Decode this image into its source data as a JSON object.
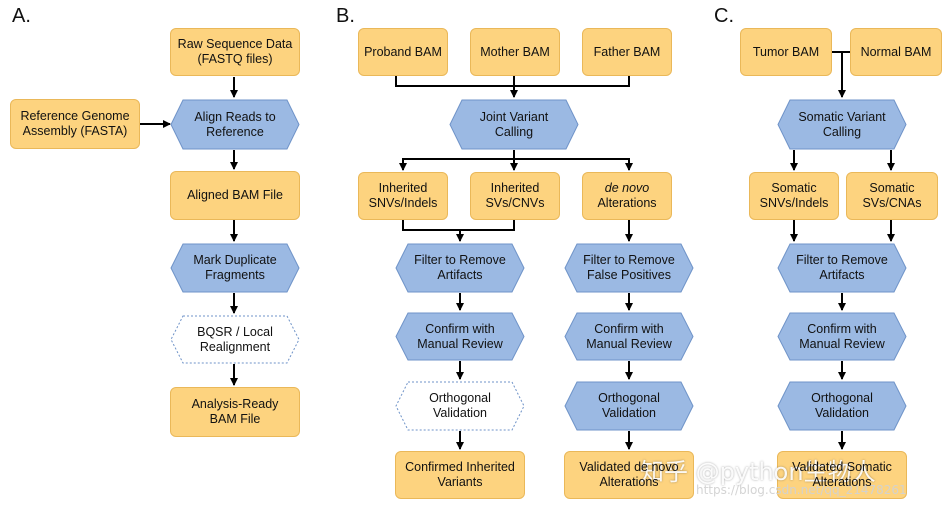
{
  "panels": {
    "a": "A.",
    "b": "B.",
    "c": "C."
  },
  "a": {
    "raw": "Raw Sequence Data\n(FASTQ files)",
    "ref": "Reference Genome\nAssembly (FASTA)",
    "align": "Align Reads to\nReference",
    "aligned_bam": "Aligned BAM File",
    "mark_dup": "Mark Duplicate\nFragments",
    "bqsr": "BQSR / Local\nRealignment",
    "ready": "Analysis-Ready\nBAM File"
  },
  "b": {
    "proband": "Proband BAM",
    "mother": "Mother BAM",
    "father": "Father BAM",
    "joint": "Joint Variant\nCalling",
    "inh_snv": "Inherited\nSNVs/Indels",
    "inh_sv": "Inherited\nSVs/CNVs",
    "denovo_italic": "de novo",
    "denovo_rest": "Alterations",
    "filter_art": "Filter to Remove\nArtifacts",
    "filter_fp": "Filter to Remove\nFalse Positives",
    "confirm_left": "Confirm with\nManual Review",
    "confirm_right": "Confirm with\nManual Review",
    "ortho_left": "Orthogonal\nValidation",
    "ortho_right": "Orthogonal\nValidation",
    "confirmed": "Confirmed Inherited\nVariants",
    "validated_denovo": "Validated de novo\nAlterations"
  },
  "c": {
    "tumor": "Tumor BAM",
    "normal": "Normal BAM",
    "somatic_call": "Somatic Variant\nCalling",
    "som_snv": "Somatic\nSNVs/Indels",
    "som_sv": "Somatic\nSVs/CNAs",
    "filter": "Filter to Remove\nArtifacts",
    "confirm": "Confirm with\nManual Review",
    "ortho": "Orthogonal\nValidation",
    "validated": "Validated Somatic\nAlterations"
  },
  "watermark": {
    "main": "知乎 @python生物人",
    "url": "https://blog.csdn.net/qq_21478261"
  },
  "colors": {
    "orange_fill": "#fdd37f",
    "orange_border": "#eab859",
    "blue_fill": "#9bb9e3",
    "blue_border": "#6f93c8",
    "arrow": "#000000"
  }
}
